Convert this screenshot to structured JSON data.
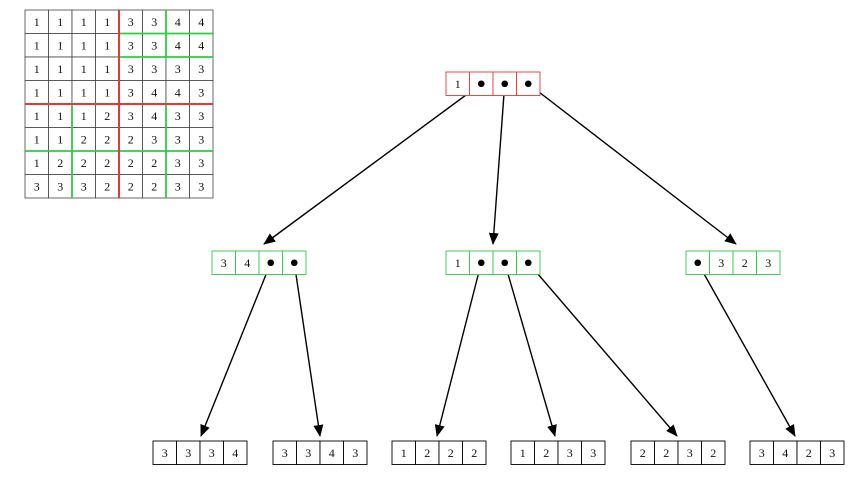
{
  "colors": {
    "red": "#e53935",
    "green": "#2ecc40",
    "black": "#000000",
    "cell_border": "#444444"
  },
  "matrix": [
    [
      "1",
      "1",
      "1",
      "1",
      "3",
      "3",
      "4",
      "4"
    ],
    [
      "1",
      "1",
      "1",
      "1",
      "3",
      "3",
      "4",
      "4"
    ],
    [
      "1",
      "1",
      "1",
      "1",
      "3",
      "3",
      "3",
      "3"
    ],
    [
      "1",
      "1",
      "1",
      "1",
      "3",
      "4",
      "4",
      "3"
    ],
    [
      "1",
      "1",
      "1",
      "2",
      "3",
      "4",
      "3",
      "3"
    ],
    [
      "1",
      "1",
      "2",
      "2",
      "2",
      "3",
      "3",
      "3"
    ],
    [
      "1",
      "2",
      "2",
      "2",
      "2",
      "2",
      "3",
      "3"
    ],
    [
      "3",
      "3",
      "3",
      "2",
      "2",
      "2",
      "3",
      "3"
    ]
  ],
  "tree": {
    "root": {
      "cells": [
        "1",
        "",
        "",
        ""
      ]
    },
    "level1": [
      {
        "cells": [
          "3",
          "4",
          "",
          ""
        ]
      },
      {
        "cells": [
          "1",
          "",
          "",
          ""
        ]
      },
      {
        "cells": [
          "",
          "3",
          "2",
          "3"
        ]
      }
    ],
    "leaves": [
      {
        "cells": [
          "3",
          "3",
          "3",
          "4"
        ]
      },
      {
        "cells": [
          "3",
          "3",
          "4",
          "3"
        ]
      },
      {
        "cells": [
          "1",
          "2",
          "2",
          "2"
        ]
      },
      {
        "cells": [
          "1",
          "2",
          "3",
          "3"
        ]
      },
      {
        "cells": [
          "2",
          "2",
          "3",
          "2"
        ]
      },
      {
        "cells": [
          "3",
          "4",
          "2",
          "3"
        ]
      }
    ]
  }
}
